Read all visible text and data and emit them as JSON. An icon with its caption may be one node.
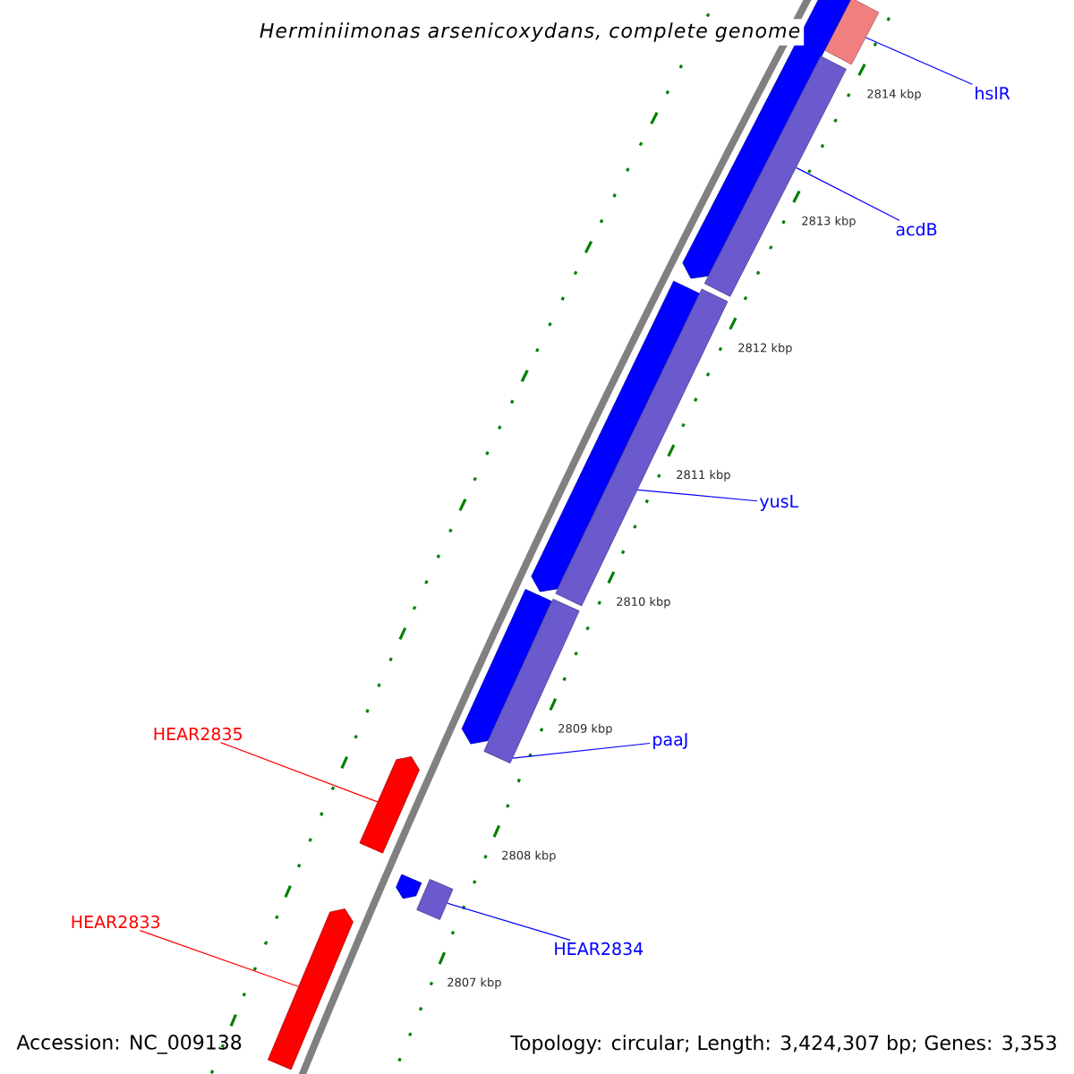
{
  "diagram": {
    "title": "Herminiimonas arsenicoxydans, complete genome",
    "nodes": [
      {
        "text": [
          "hslR"
        ]
      },
      {
        "text": [
          "acdB"
        ]
      },
      {
        "text": [
          "yusL"
        ]
      },
      {
        "text": [
          "paaJ"
        ]
      },
      {
        "text": [
          "HEAR2835"
        ]
      },
      {
        "text": [
          "HEAR2834"
        ]
      },
      {
        "text": [
          "HEAR2833"
        ]
      },
      {
        "text": [],
        "shape": "bar"
      },
      {
        "text": [],
        "shape": "bar"
      },
      {
        "text": [],
        "shape": "bar"
      },
      {
        "text": [],
        "shape": "bar"
      },
      {
        "text": [],
        "shape": "bar"
      },
      {
        "text": [],
        "shape": "bar"
      },
      {
        "text": [],
        "shape": "bar"
      },
      {
        "text": [],
        "shape": "bar"
      },
      {
        "text": [],
        "shape": "bar"
      },
      {
        "text": [],
        "shape": "bar"
      },
      {
        "text": [],
        "shape": "bar"
      }
    ],
    "edges": [
      {
        "from": 0,
        "to": 7,
        "arrow": "none"
      },
      {
        "from": 1,
        "to": 9,
        "arrow": "none"
      },
      {
        "from": 2,
        "to": 11,
        "arrow": "none"
      },
      {
        "from": 3,
        "to": 13,
        "arrow": "none"
      },
      {
        "from": 4,
        "to": 14,
        "arrow": "none",
        "color": "#ff0000"
      },
      {
        "from": 5,
        "to": 16,
        "arrow": "none"
      },
      {
        "from": 6,
        "to": 17,
        "arrow": "none",
        "color": "#ff0000"
      }
    ],
    "labels": [
      "2814 kbp",
      "2813 kbp",
      "2812 kbp",
      "2811 kbp",
      "2810 kbp",
      "2809 kbp",
      "2808 kbp",
      "2807 kbp",
      "Accession: NC_009138",
      "Topology: circular; Length: 3,424,307 bp; Genes: 3,353"
    ]
  }
}
